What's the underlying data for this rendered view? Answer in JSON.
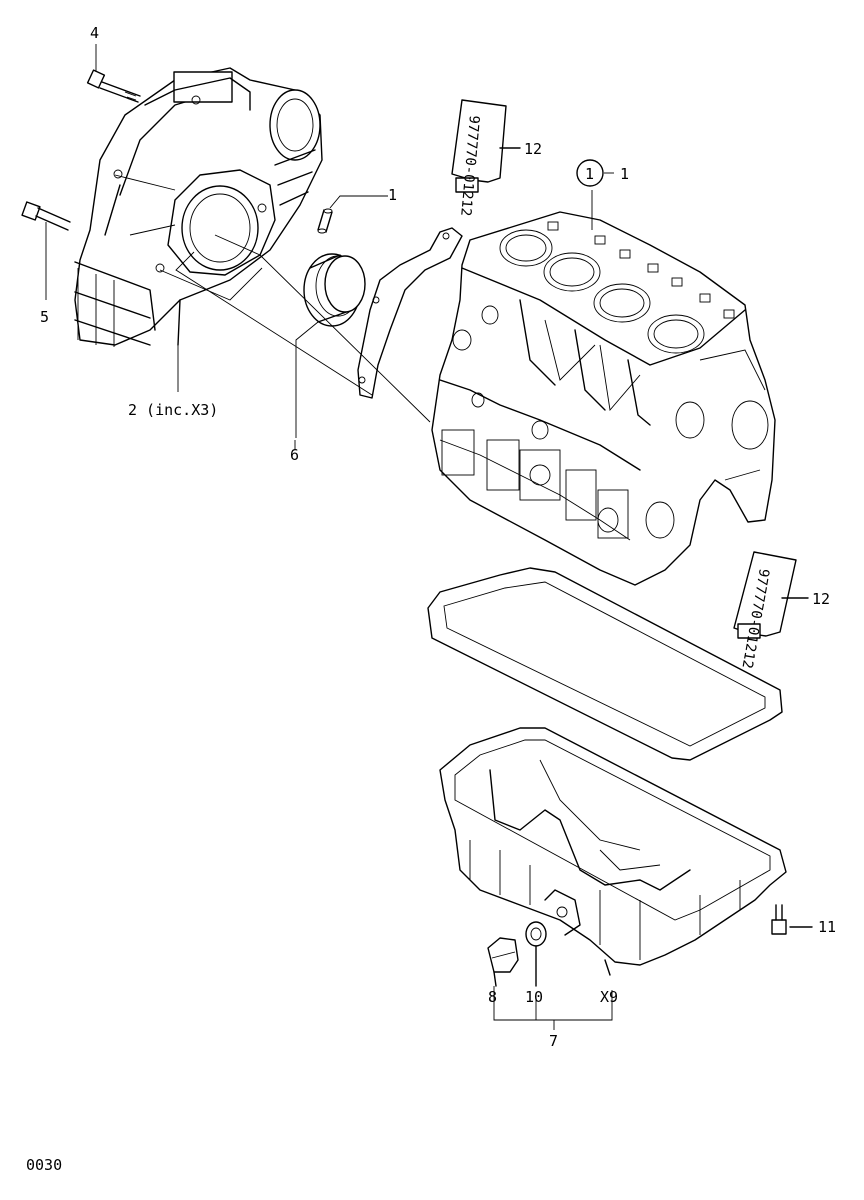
{
  "callouts": {
    "c1_top": "1",
    "c1_circle": "1",
    "c1_suffix": "1",
    "c2": "2 (inc.X3)",
    "c4": "4",
    "c5": "5",
    "c6": "6",
    "c7": "7",
    "c8": "8",
    "c9": "X9",
    "c10": "10",
    "c11": "11",
    "c12_top": "12",
    "c12_right": "12"
  },
  "sealant_tube_text": "977770-01212",
  "page_number": "0030"
}
